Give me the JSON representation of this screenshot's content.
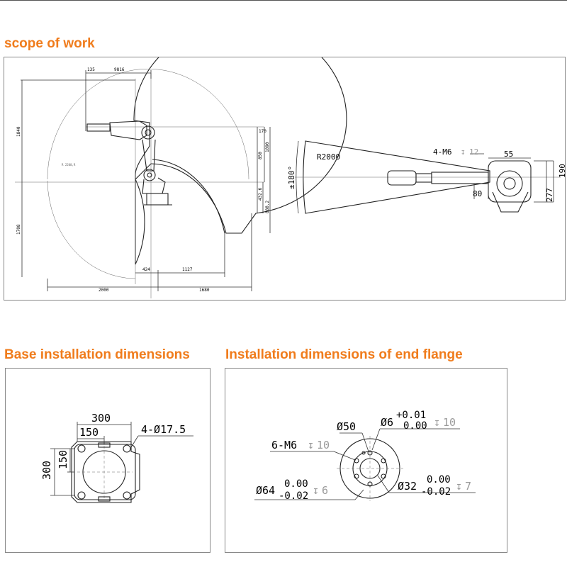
{
  "colors": {
    "accent": "#f07c1c",
    "line": "#333333",
    "muted": "#9a9a9a"
  },
  "headings": {
    "scope": "scope of work",
    "base": "Base installation dimensions",
    "flange": "Installation dimensions of end flange"
  },
  "scope": {
    "side_view": {
      "top_dims": [
        "135",
        "9816"
      ],
      "left_dims": [
        "1840",
        "1708"
      ],
      "right_dims": [
        "170",
        "850",
        "1890",
        "432.6",
        "888.2"
      ],
      "bottom_dims": [
        "2000",
        "1680",
        "424",
        "1127"
      ],
      "small_labels": [
        "R 2200,R"
      ]
    },
    "top_view": {
      "radius": "R2000",
      "angle": "±180°",
      "hole_note": "4-M6",
      "hole_depth": "12",
      "dims": [
        "55",
        "190",
        "277",
        "80"
      ]
    }
  },
  "base": {
    "dim_300_w": "300",
    "dim_150_w": "150",
    "dim_300_h": "300",
    "dim_150_h": "150",
    "holes": "4-Ø17.5"
  },
  "flange": {
    "d50": "Ø50",
    "d6": "Ø6",
    "d6_tol_up": "+0.01",
    "d6_tol_low": "0.00",
    "d6_depth": "10",
    "m6": "6-M6",
    "m6_depth": "10",
    "d64": "Ø64",
    "d64_tol_up": "0.00",
    "d64_tol_low": "-0.02",
    "d64_depth": "6",
    "d32": "Ø32",
    "d32_tol_up": "0.00",
    "d32_tol_low": "-0.02",
    "d32_depth": "7"
  }
}
